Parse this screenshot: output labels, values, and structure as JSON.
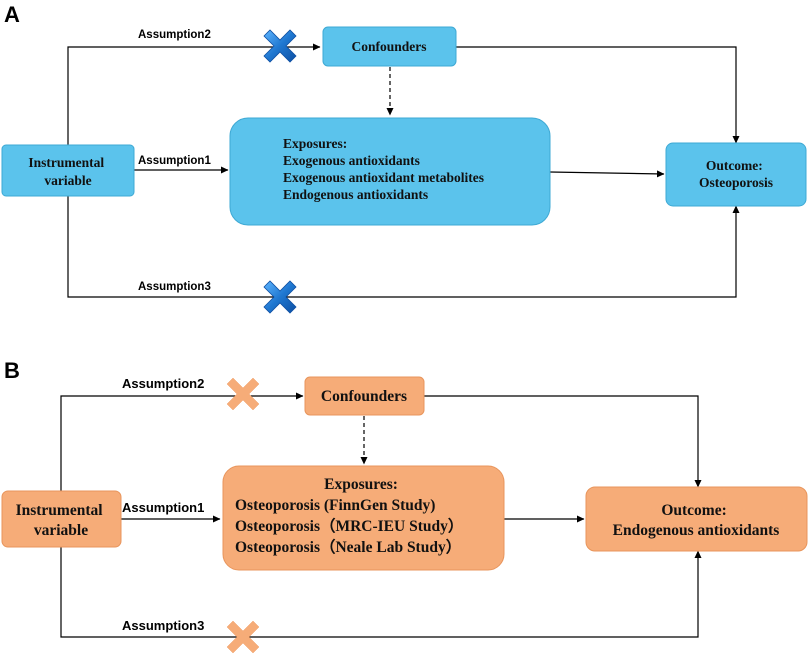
{
  "panel_a": {
    "label": "A",
    "nodes": {
      "instrument": [
        "Instrumental",
        "variable"
      ],
      "confounders": [
        "Confounders"
      ],
      "exposures": [
        "Exposures:",
        "Exogenous antioxidants",
        "Exogenous antioxidant metabolites",
        "Endogenous antioxidants"
      ],
      "outcome": [
        "Outcome:",
        "Osteoporosis"
      ]
    },
    "edges": {
      "assumption1": "Assumption1",
      "assumption2": "Assumption2",
      "assumption3": "Assumption3"
    },
    "colors": {
      "box": "#5bc3ec",
      "cross": "#1a73c9"
    }
  },
  "panel_b": {
    "label": "B",
    "nodes": {
      "instrument": [
        "Instrumental",
        "variable"
      ],
      "confounders": [
        "Confounders"
      ],
      "exposures": [
        "Exposures:",
        "Osteoporosis (FinnGen Study)",
        "Osteoporosis（MRC-IEU Study）",
        "Osteoporosis（Neale Lab Study）"
      ],
      "outcome": [
        "Outcome:",
        "Endogenous antioxidants"
      ]
    },
    "edges": {
      "assumption1": "Assumption1",
      "assumption2": "Assumption2",
      "assumption3": "Assumption3"
    },
    "colors": {
      "box": "#f6ac78",
      "cross": "#f6ac78"
    }
  }
}
